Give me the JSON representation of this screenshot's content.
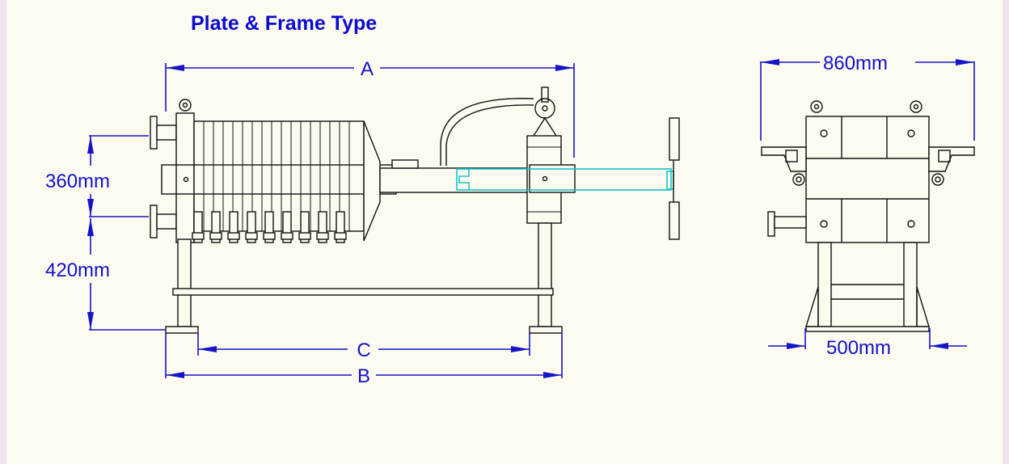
{
  "diagram": {
    "title": "Plate & Frame Type",
    "dimensions": {
      "a": "A",
      "b": "B",
      "c": "C",
      "height_upper": "360mm",
      "height_lower": "420mm",
      "width_top": "860mm",
      "width_base": "500mm"
    }
  },
  "colors": {
    "background": "#fdfbf0",
    "outer_frame": "#efe3ee",
    "dimension_lines": "#1515c6",
    "title_text": "#0b0bd0",
    "drawing_lines": "#111111",
    "accent_cyan": "#14c4cc"
  }
}
